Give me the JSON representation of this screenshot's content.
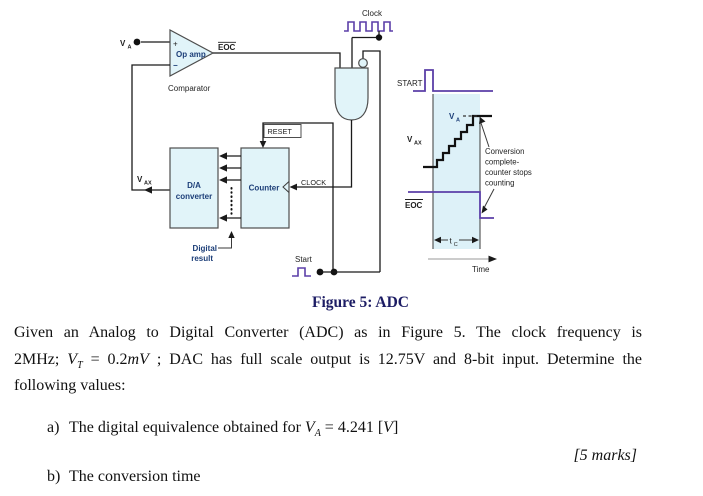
{
  "figure": {
    "block_labels": {
      "clock_source": "Clock",
      "va_main": "V",
      "va_sub": "A",
      "eoc": "EOC",
      "plus": "+",
      "minus": "−",
      "opamp": "Op amp",
      "comparator": "Comparator",
      "reset": "RESET",
      "clock_input": "CLOCK",
      "dac_line1": "D/A",
      "dac_line2": "converter",
      "counter": "Counter",
      "vax_main": "V",
      "vax_sub": "AX",
      "digital_line1": "Digital",
      "digital_line2": "result",
      "start": "Start"
    },
    "timing_labels": {
      "start": "START",
      "vax_main": "V",
      "vax_sub": "AX",
      "va_main": "V",
      "va_sub": "A",
      "note_line1": "Conversion",
      "note_line2": "complete-",
      "note_line3": "counter stops",
      "note_line4": "counting",
      "eoc": "EOC",
      "tc_main": "t",
      "tc_sub": "C",
      "time": "Time"
    },
    "colors": {
      "block_fill": "#e1f4f9",
      "waveform_purple": "#5b3fa8",
      "label_navy": "#1c3e78",
      "timing_shade": "#ddf1f8"
    }
  },
  "caption": "Figure 5: ADC",
  "question": {
    "line1": "Given an Analog to Digital Converter (ADC) as in Figure 5. The clock frequency is",
    "line2_pre": "2MHz; ",
    "line2_v": "V",
    "line2_vsub": "T",
    "line2_eq": " = 0.2",
    "line2_mv": "mV",
    "line2_post": " ; DAC has full scale output is 12.75V and 8-bit input. Determine the",
    "line3": "following values:",
    "item_a_label": "a)",
    "item_a_pre": "The digital equivalence obtained for ",
    "item_a_v": "V",
    "item_a_vsub": "A",
    "item_a_eq": " = 4.241 [",
    "item_a_unit": "V",
    "item_a_close": "]",
    "marks": "[5 marks]",
    "item_b_label": "b)",
    "item_b_text": "The conversion time"
  }
}
